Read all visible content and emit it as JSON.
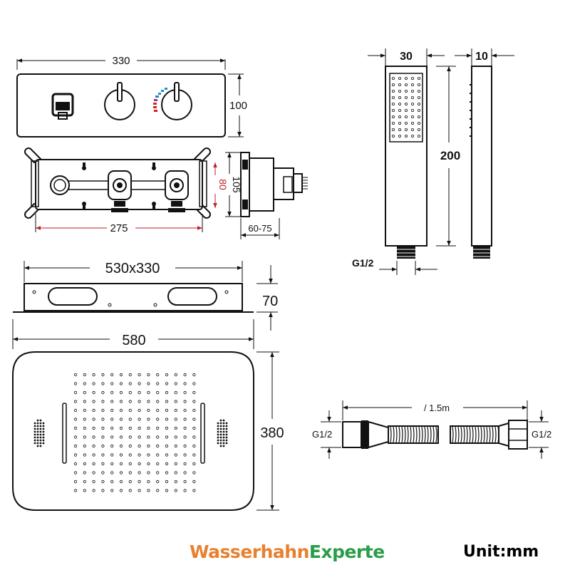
{
  "panel": {
    "width": "330",
    "height": "100"
  },
  "valve_box": {
    "length": "275",
    "inner": "80",
    "outer": "105",
    "depth": "60-75"
  },
  "hand_shower": {
    "width": "30",
    "thickness": "10",
    "length": "200",
    "thread": "G1/2"
  },
  "top_plate": {
    "size": "530x330",
    "thickness": "70"
  },
  "rain_head": {
    "width": "580",
    "height": "380"
  },
  "hose": {
    "length": "/ 1.5m",
    "thread_left": "G1/2",
    "thread_right": "G1/2"
  },
  "brand": {
    "part1": "Wasserhahn",
    "part2": "Experte"
  },
  "unit_label": "Unit:mm",
  "colors": {
    "dimension_red": "#c0202a",
    "brand_orange": "#e8802f",
    "brand_green": "#2a9d4a",
    "thermo_red": "#d22222",
    "thermo_blue": "#1a8fd0"
  }
}
